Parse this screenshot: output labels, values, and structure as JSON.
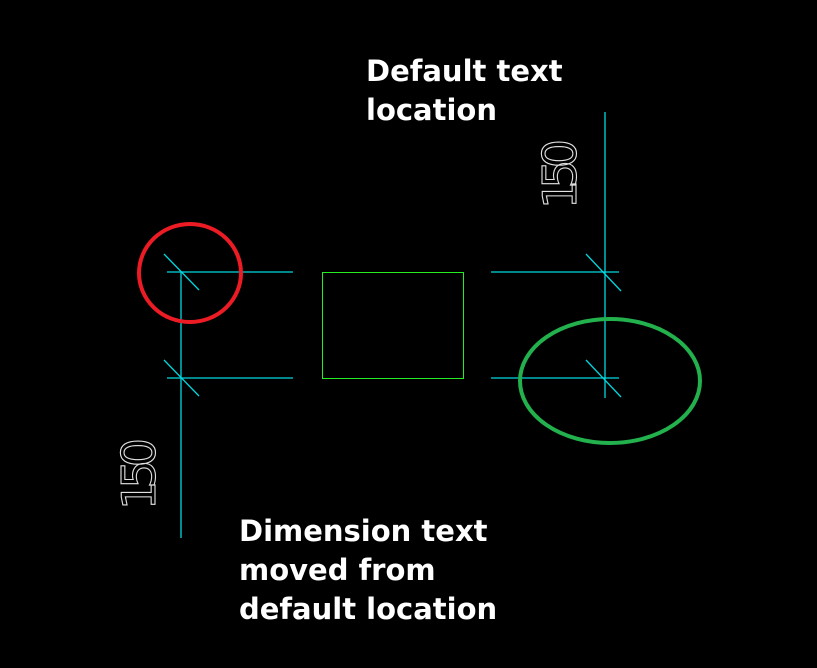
{
  "annotations": {
    "default_label": "Default text\nlocation",
    "moved_label": "Dimension text\nmoved from\ndefault location"
  },
  "dimensions": {
    "left_value": "150",
    "right_value": "150"
  },
  "colors": {
    "background": "#000000",
    "dimension_line": "#00d8e0",
    "object": "#22ee22",
    "dim_text": "#e0e0e0",
    "highlight_red": "#ed1c24",
    "highlight_green": "#22b14c"
  }
}
